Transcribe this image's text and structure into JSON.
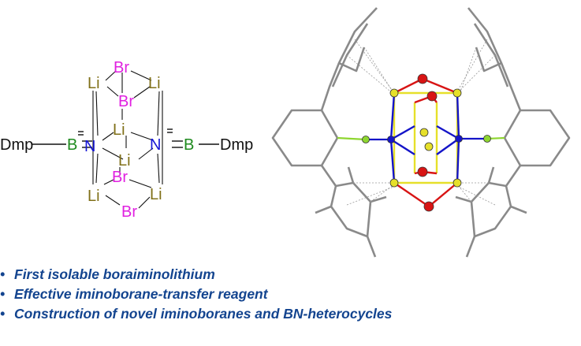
{
  "structure": {
    "dmp_left": "Dmp",
    "dmp_right": "Dmp",
    "boron": "B",
    "nitrogen": "N",
    "lithium": "Li",
    "bromine": "Br",
    "colors": {
      "B": "#1e8a1e",
      "N": "#1515d6",
      "Li": "#807018",
      "Br": "#e020e0",
      "text": "#111111"
    }
  },
  "crystal": {
    "colors": {
      "carbon": "#8a8a8a",
      "Li": "#e6e02a",
      "Br": "#d81414",
      "N": "#1414c8",
      "B": "#8ed630",
      "contact": "#888888"
    }
  },
  "bullets": {
    "marker": "•",
    "items": [
      "First isolable boraiminolithium",
      "Effective iminoborane-transfer reagent",
      "Construction of novel iminoboranes and BN-heterocycles"
    ],
    "color": "#13448f"
  }
}
